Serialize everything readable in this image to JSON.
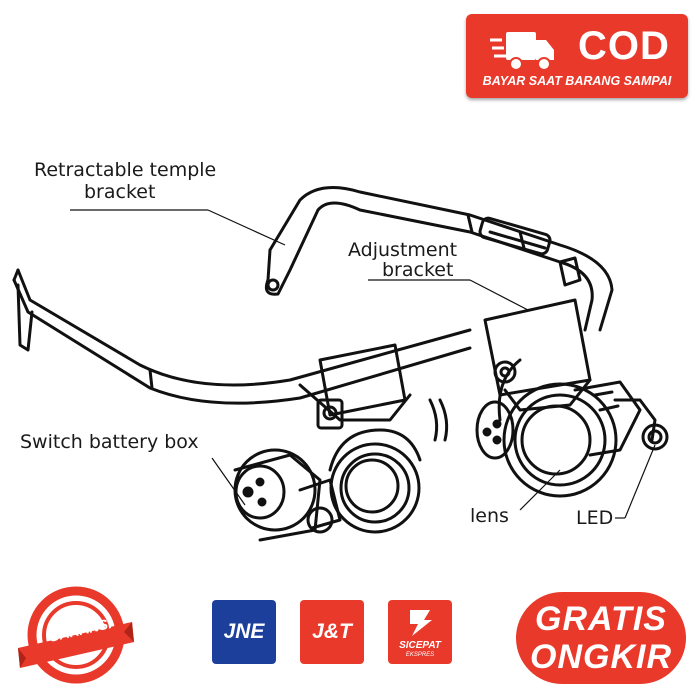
{
  "banner": {
    "cod_label": "COD",
    "cod_subtitle": "BAYAR SAAT BARANG SAMPAI",
    "color": "#e8392b"
  },
  "callouts": {
    "temple_line1": "Retractable temple",
    "temple_line2": "bracket",
    "adjust_line1": "Adjustment",
    "adjust_line2": "bracket",
    "switch": "Switch battery box",
    "lens": "lens",
    "led": "LED"
  },
  "badges": {
    "garansi": "GARANSI",
    "jne": "JNE",
    "jnt": "J&T",
    "sicepat": "SICEPAT",
    "sicepat_sub": "EKSPRES",
    "gratis_line1": "GRATIS",
    "gratis_line2": "ONGKIR"
  },
  "icons": [
    "delivery-truck-icon",
    "ribbon-badge-icon"
  ]
}
